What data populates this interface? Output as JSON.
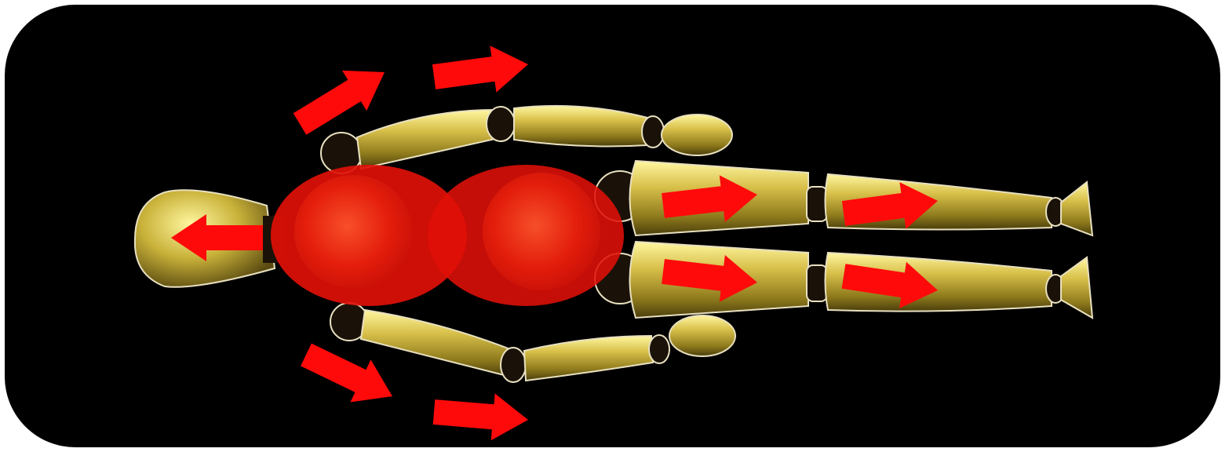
{
  "diagram": {
    "subject": "wooden-mannequin-figure-lying-horizontal",
    "highlighted_regions": [
      "upper-torso",
      "lower-torso"
    ],
    "arrows": [
      {
        "id": "head-arrow",
        "direction": "left"
      },
      {
        "id": "upper-arm-arrow-1",
        "direction": "up-right"
      },
      {
        "id": "upper-arm-arrow-2",
        "direction": "right"
      },
      {
        "id": "lower-arm-arrow-1",
        "direction": "down-right"
      },
      {
        "id": "lower-arm-arrow-2",
        "direction": "right"
      },
      {
        "id": "thigh-arrow-upper",
        "direction": "right"
      },
      {
        "id": "shin-arrow-upper",
        "direction": "right"
      },
      {
        "id": "thigh-arrow-lower",
        "direction": "right"
      },
      {
        "id": "shin-arrow-lower",
        "direction": "right"
      }
    ]
  },
  "colors": {
    "background": "#000000",
    "frame": "#ffffff",
    "limb": "#c9b23a",
    "joint": "#1a1208",
    "torso_highlight": "#e81a0c",
    "arrow": "#ff0a0a"
  }
}
